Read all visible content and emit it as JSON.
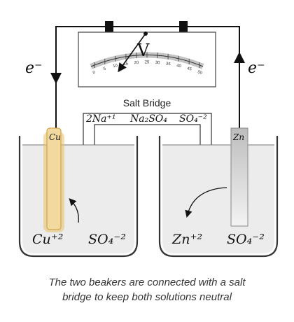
{
  "voltmeter": {
    "label": "V",
    "scale": [
      "0",
      "5",
      "10",
      "15",
      "20",
      "25",
      "30",
      "35",
      "40",
      "45",
      "50"
    ]
  },
  "electron_flow": {
    "left": "e⁻",
    "right": "e⁻"
  },
  "salt_bridge": {
    "title": "Salt Bridge",
    "species_1": "2Na⁺¹",
    "species_2": "Na₂SO₄",
    "species_3": "SO₄⁻²"
  },
  "left_beaker": {
    "electrode": "Cu",
    "cation": "Cu⁺²",
    "anion": "SO₄⁻²"
  },
  "right_beaker": {
    "electrode": "Zn",
    "cation": "Zn⁺²",
    "anion": "SO₄⁻²"
  },
  "caption": {
    "line1": "The two beakers are connected with a salt",
    "line2": "bridge to keep both solutions neutral"
  },
  "colors": {
    "copper": "#f2d9a0",
    "copper_glow": "#e8c16a",
    "zinc": "#c9c9c9",
    "solution": "#ececec"
  }
}
